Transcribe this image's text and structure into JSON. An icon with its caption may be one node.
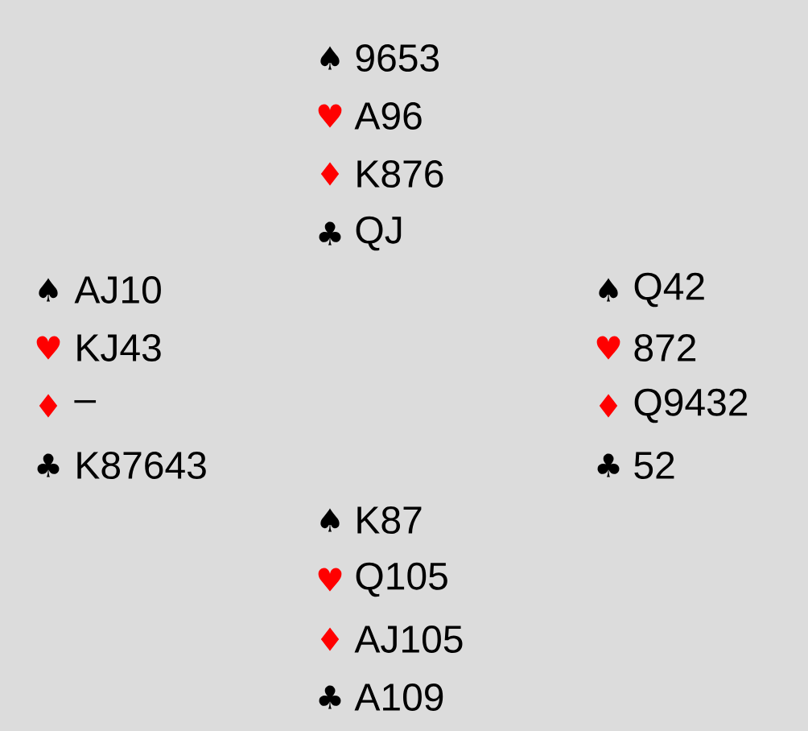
{
  "diagram": {
    "labels": [
      "♠",
      "9653",
      "♥",
      "A96",
      "♦",
      "K876",
      "♣",
      "QJ",
      "♠",
      "AJ10",
      "♠",
      "Q42",
      "♥",
      "KJ43",
      "♥",
      "872",
      "♦",
      "–",
      "♦",
      "Q9432",
      "♣",
      "K87643",
      "♣",
      "52",
      "♠",
      "K87",
      "♥",
      "Q105",
      "♦",
      "AJ105",
      "♣",
      "A109"
    ]
  }
}
